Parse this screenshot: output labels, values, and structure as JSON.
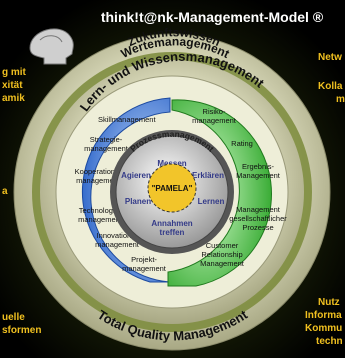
{
  "title": "think!t@nk-Management-Model ®",
  "rings": {
    "outer_top": "Zukunftswissen",
    "outer_bottom": "Total Quality Management",
    "second": "Wertemanagement",
    "third": "Lern- und Wissensmanagement"
  },
  "left_side_top": [
    "g mit",
    "xität",
    "amik"
  ],
  "left_side_mid": "a",
  "left_side_bottom": [
    "uelle",
    "sformen"
  ],
  "right_side_top": [
    "Netw",
    "Kolla",
    "m"
  ],
  "right_side_bottom": [
    "Nutz",
    "Informa",
    "Kommu",
    "techn"
  ],
  "blue_modules": [
    "Skillmanagement",
    "Strategie-\nmanagement",
    "Kooperations-\nmanagement",
    "Technologie-\nmanagement",
    "Innovations-\nmanagement",
    "Projekt-\nmanagement"
  ],
  "green_modules": [
    "Risiko-\nmanagement",
    "Rating",
    "Ergebnis-\nManagement",
    "Management\ngesellschaftlicher\nProzesse",
    "Customer\nRelationship\nManagement"
  ],
  "center": {
    "ring_label": "Prozessmanagement",
    "steps": [
      "Messen",
      "Erklären",
      "Lernen",
      "Annahmen\ntreffen",
      "Planen",
      "Agieren"
    ],
    "core": "\"PAMELA\""
  },
  "colors": {
    "background": "#000000",
    "outer_ring": "#c9c9a2",
    "inner_ring": "#e6e6c8",
    "blue": "#2f6fd8",
    "green": "#37b52e",
    "accent_yellow": "#f0c020"
  }
}
